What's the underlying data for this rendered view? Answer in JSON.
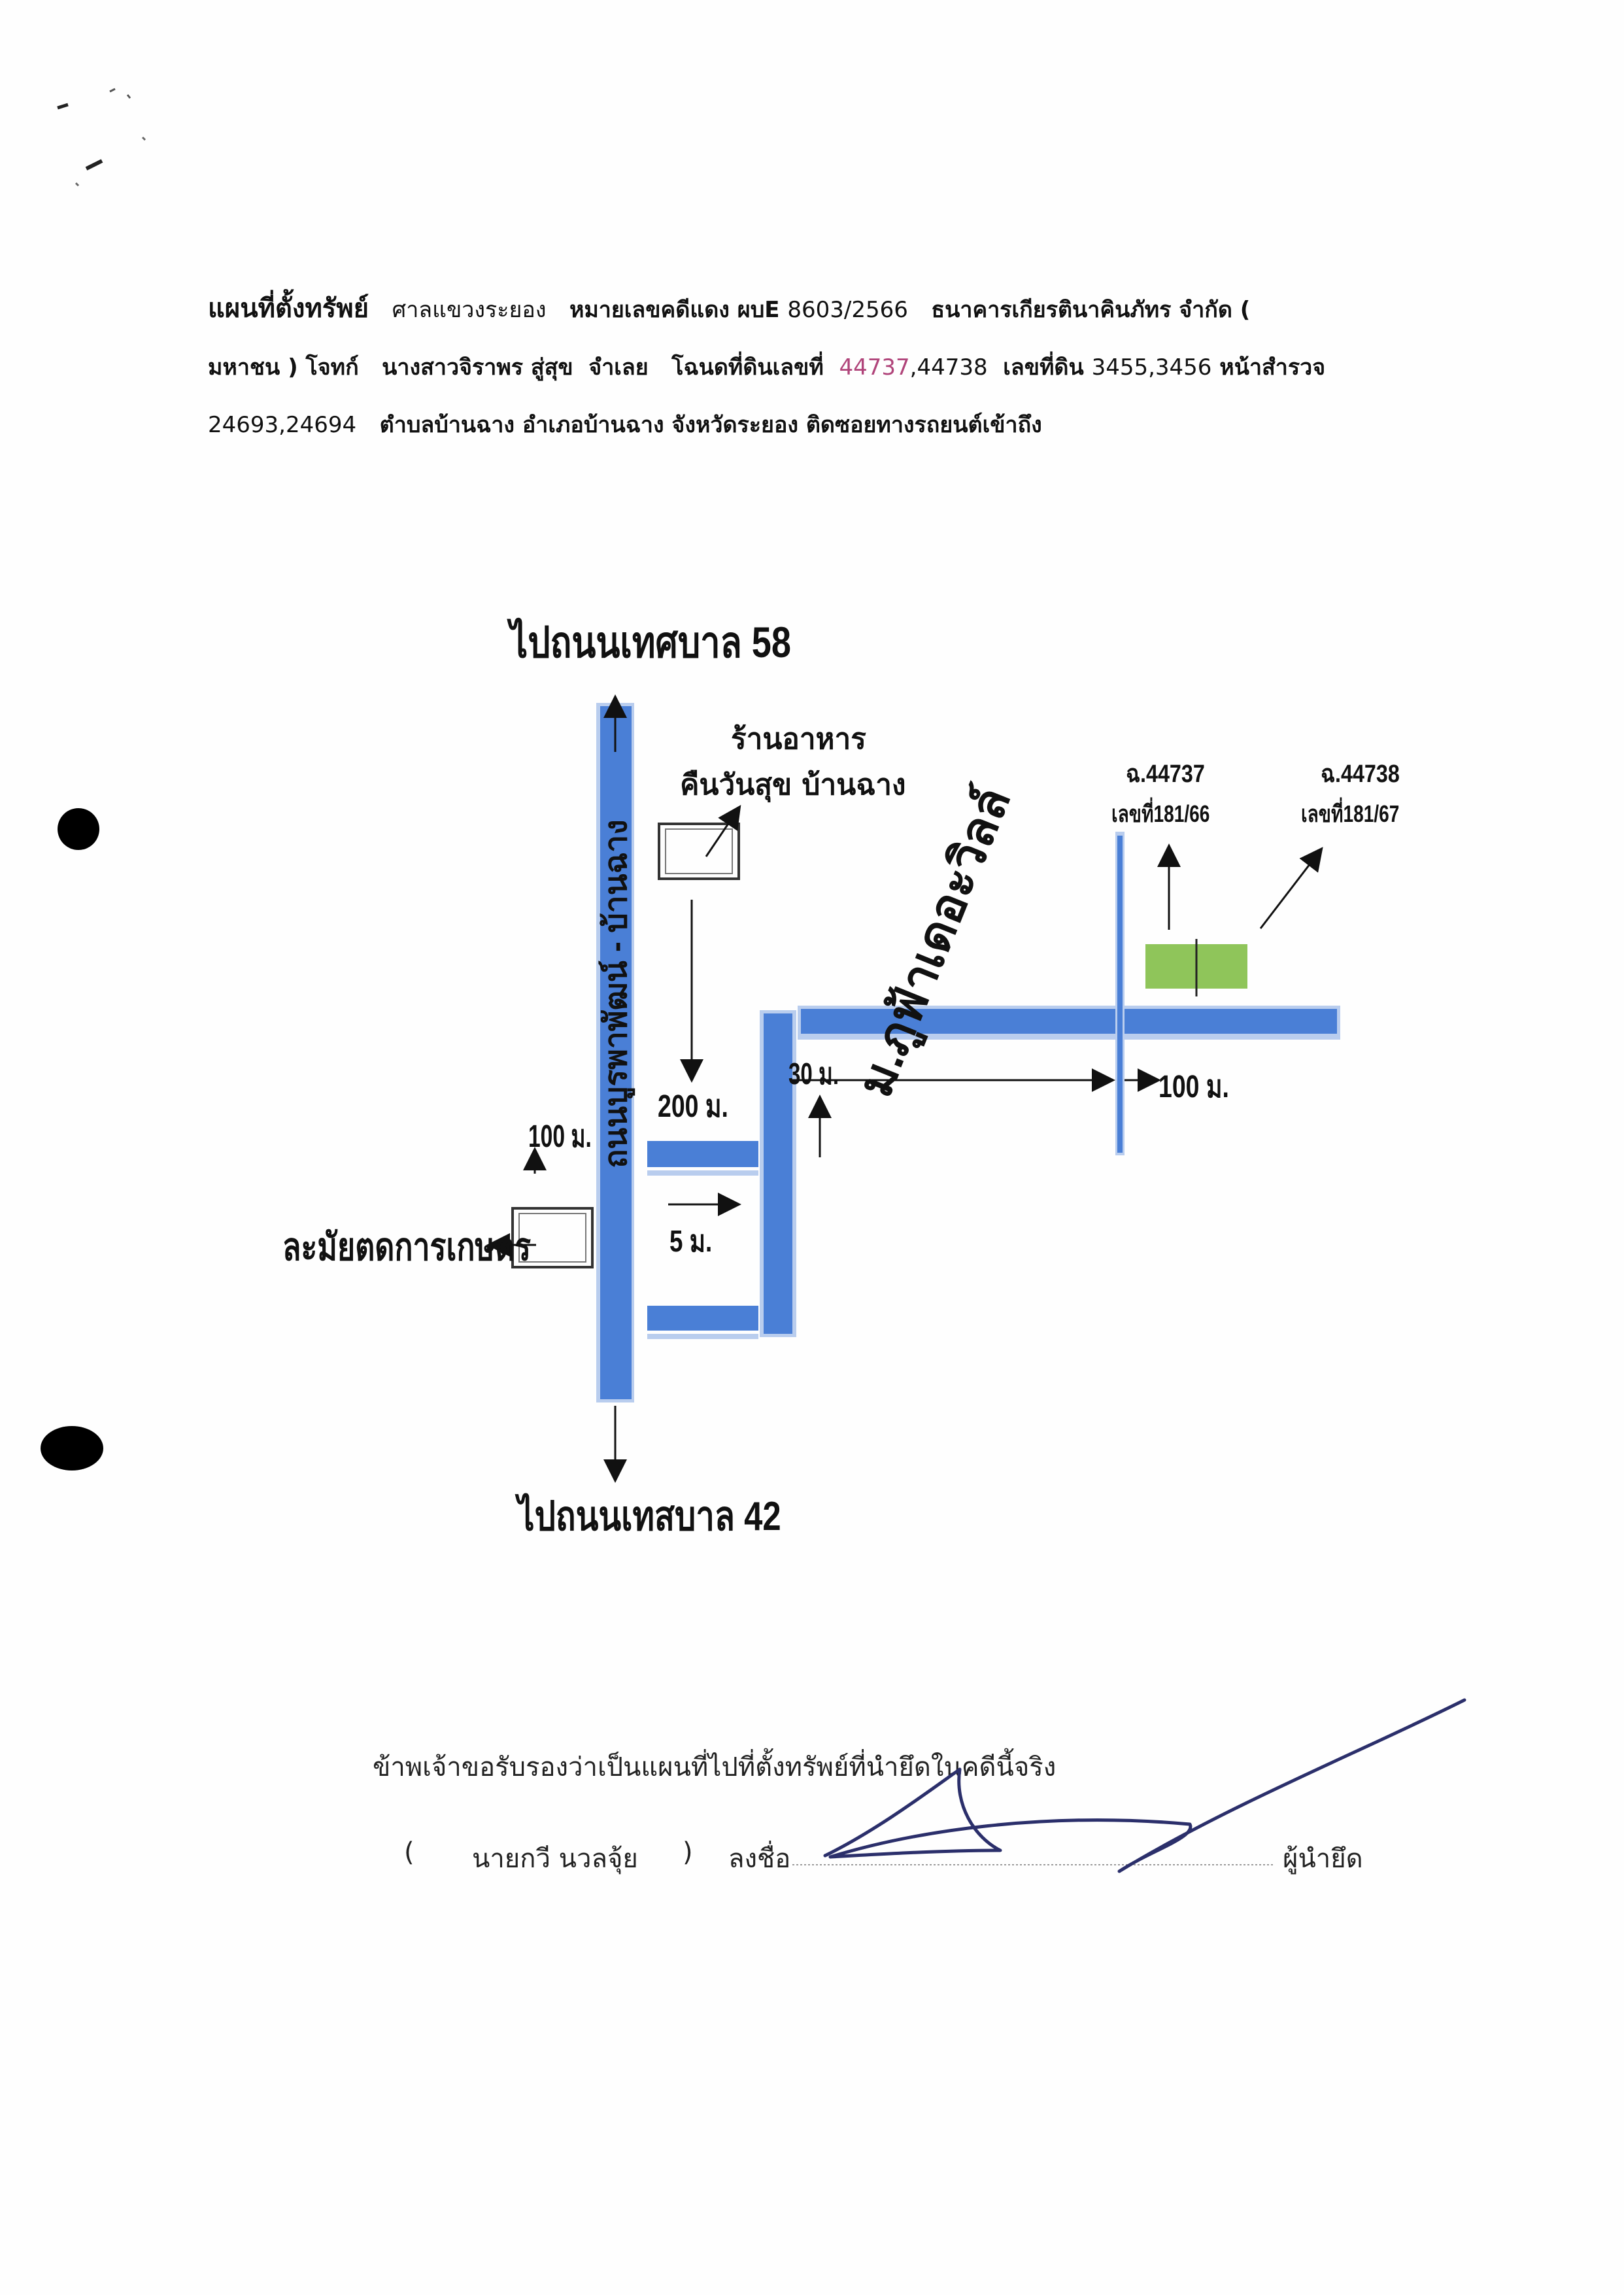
{
  "header": {
    "title": "แผนที่ตั้งทรัพย์",
    "line1": {
      "court": "ศาลแขวงระยอง",
      "case_label": "หมายเลขคดีแดง",
      "case_prefix": "ผบE",
      "case_no": "8603/2566",
      "plaintiff": "ธนาคารเกียรตินาคินภัทร จำกัด ("
    },
    "line2": {
      "plaintiff_tail": "มหาชน )",
      "plaintiff_label": "โจทก์",
      "defendant": "นางสาวจิราพร สู่สุข",
      "defendant_label": "จำเลย",
      "deed_label": "โฉนดที่ดินเลขที่",
      "deed_no_a": "44737",
      "deed_no_b": ",44738",
      "land_no_label": "เลขที่ดิน",
      "land_no": "3455,3456",
      "survey_label": "หน้าสำรวจ"
    },
    "line3": {
      "survey_no": "24693,24694",
      "location": "ตำบลบ้านฉาง อำเภอบ้านฉาง จังหวัดระยอง ติดซอยทางรถยนต์เข้าถึง"
    }
  },
  "map": {
    "to_north": "ไปถนนเทศบาล 58",
    "to_south": "ไปถนนเทสบาล 42",
    "main_road": "ถนนบูรพาพัฒน์ - บ้านฉาง",
    "restaurant_line1": "ร้านอาหาร",
    "restaurant_line2": "คืนวันสุข บ้านฉาง",
    "farm_shop": "ละมัยตดการเกษตร",
    "village": "ม.ภูฟ้าเดอะวิลล์",
    "dist_100_left": "100 ม.",
    "dist_200": "200 ม.",
    "dist_5": "5 ม.",
    "dist_30": "30 ม.",
    "dist_100_right": "100 ม.",
    "plot_a_deed": "ฉ.44737",
    "plot_a_house": "เลขที่181/66",
    "plot_b_deed": "ฉ.44738",
    "plot_b_house": "เลขที่181/67",
    "colors": {
      "road": "#4a7fd6",
      "road_edge": "#b9cdee",
      "plot": "#8fc55a",
      "arrow": "#111111"
    }
  },
  "certification": {
    "statement": "ข้าพเจ้าขอรับรองว่าเป็นแผนที่ไปที่ตั้งทรัพย์ที่นำยึดในคดีนี้จริง",
    "open_paren": "(",
    "name": "นายกวี นวลจุ้ย",
    "close_paren": ")",
    "sign_label": "ลงชื่อ",
    "role": "ผู้นำยึด"
  }
}
